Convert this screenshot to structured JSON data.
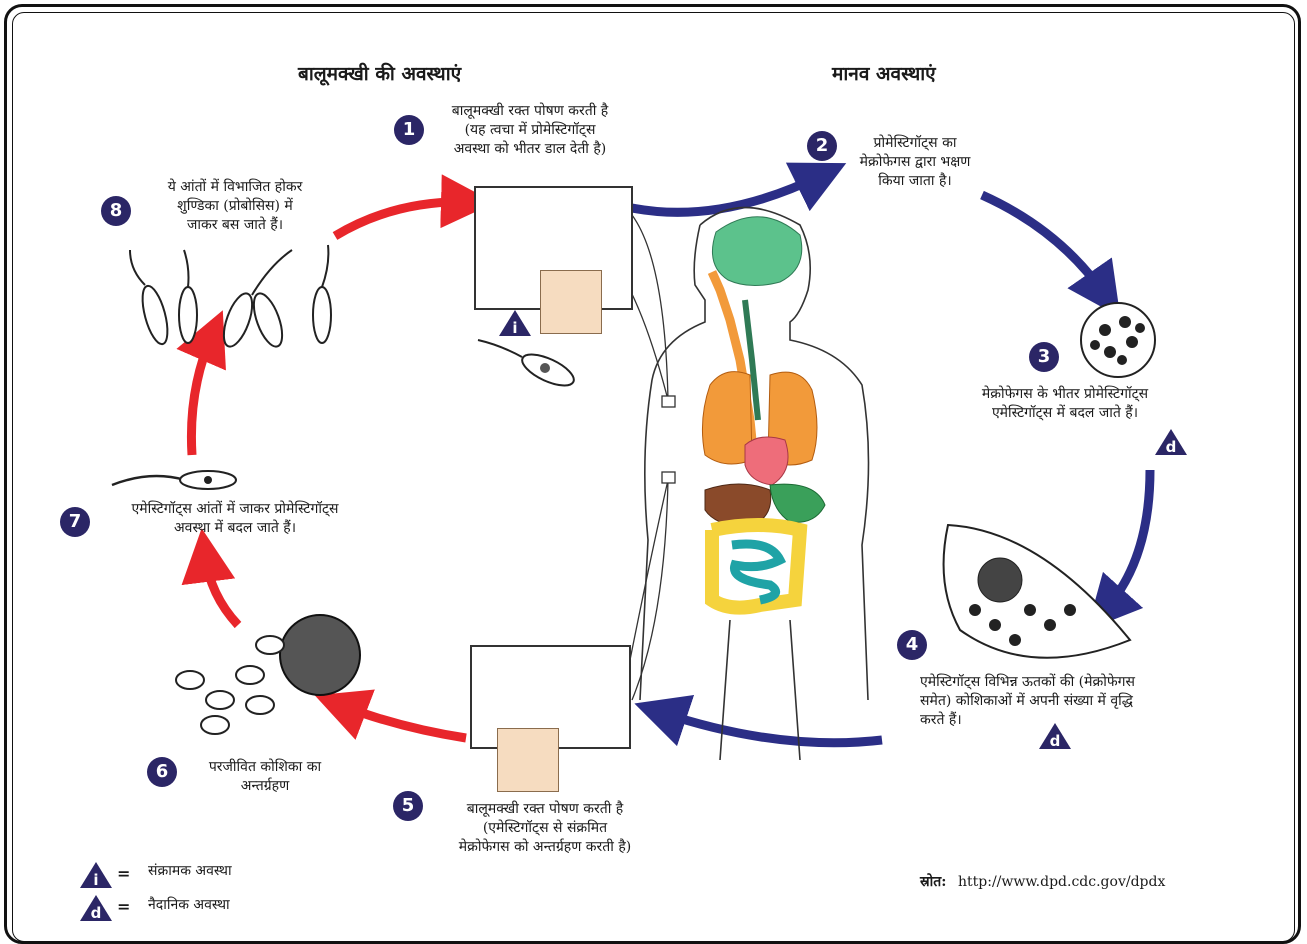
{
  "headers": {
    "sandfly_stages": "बालूमक्खी की अवस्थाएं",
    "human_stages": "मानव अवस्थाएं"
  },
  "steps": [
    {
      "number": "1",
      "text": "बालूमक्खी रक्त पोषण करती है\n(यह त्वचा में प्रोमेस्टिगॉट्स\nअवस्था को भीतर डाल देती है)"
    },
    {
      "number": "2",
      "text": "प्रोमेस्टिगॉट्स का\nमेक्रोफेगस द्वारा भक्षण\nकिया जाता है।"
    },
    {
      "number": "3",
      "text": "मेक्रोफेगस के भीतर प्रोमेस्टिगॉट्स\nएमेस्टिगॉट्स में बदल जाते हैं।"
    },
    {
      "number": "4",
      "text": "एमेस्टिगॉट्स विभिन्न ऊतकों की (मेक्रोफेगस\nसमेत) कोशिकाओं में अपनी संख्या में वृद्धि\nकरते हैं।"
    },
    {
      "number": "5",
      "text": "बालूमक्खी रक्त पोषण करती है\n(एमेस्टिगॉट्स से संक्रमित\nमेक्रोफेगस को अन्तर्ग्रहण करती है)"
    },
    {
      "number": "6",
      "text": "परजीवित कोशिका का\nअन्तर्ग्रहण"
    },
    {
      "number": "7",
      "text": "एमेस्टिगॉट्स आंतों में जाकर प्रोमेस्टिगॉट्स\nअवस्था में बदल जाते हैं।"
    },
    {
      "number": "8",
      "text": "ये आंतों में विभाजित होकर\nशुण्डिका (प्रोबोसिस) में\nजाकर बस जाते हैं।"
    }
  ],
  "legend": {
    "infective_symbol": "i",
    "infective_label": "संक्रामक अवस्था",
    "diagnostic_symbol": "d",
    "diagnostic_label": "नैदानिक अवस्था",
    "equals": "="
  },
  "source": {
    "label": "स्रोत:",
    "url": "http://www.dpd.cdc.gov/dpdx"
  },
  "colors": {
    "red_arrow": "#e8262b",
    "blue_arrow": "#2b2e86",
    "badge": "#2b2666",
    "brain": "#5cc28c",
    "lungs": "#f29a3a",
    "heart": "#ee6d7a",
    "liver": "#8a4a2a",
    "intestine": "#f5d33d",
    "small_intestine": "#1fa3a6"
  }
}
